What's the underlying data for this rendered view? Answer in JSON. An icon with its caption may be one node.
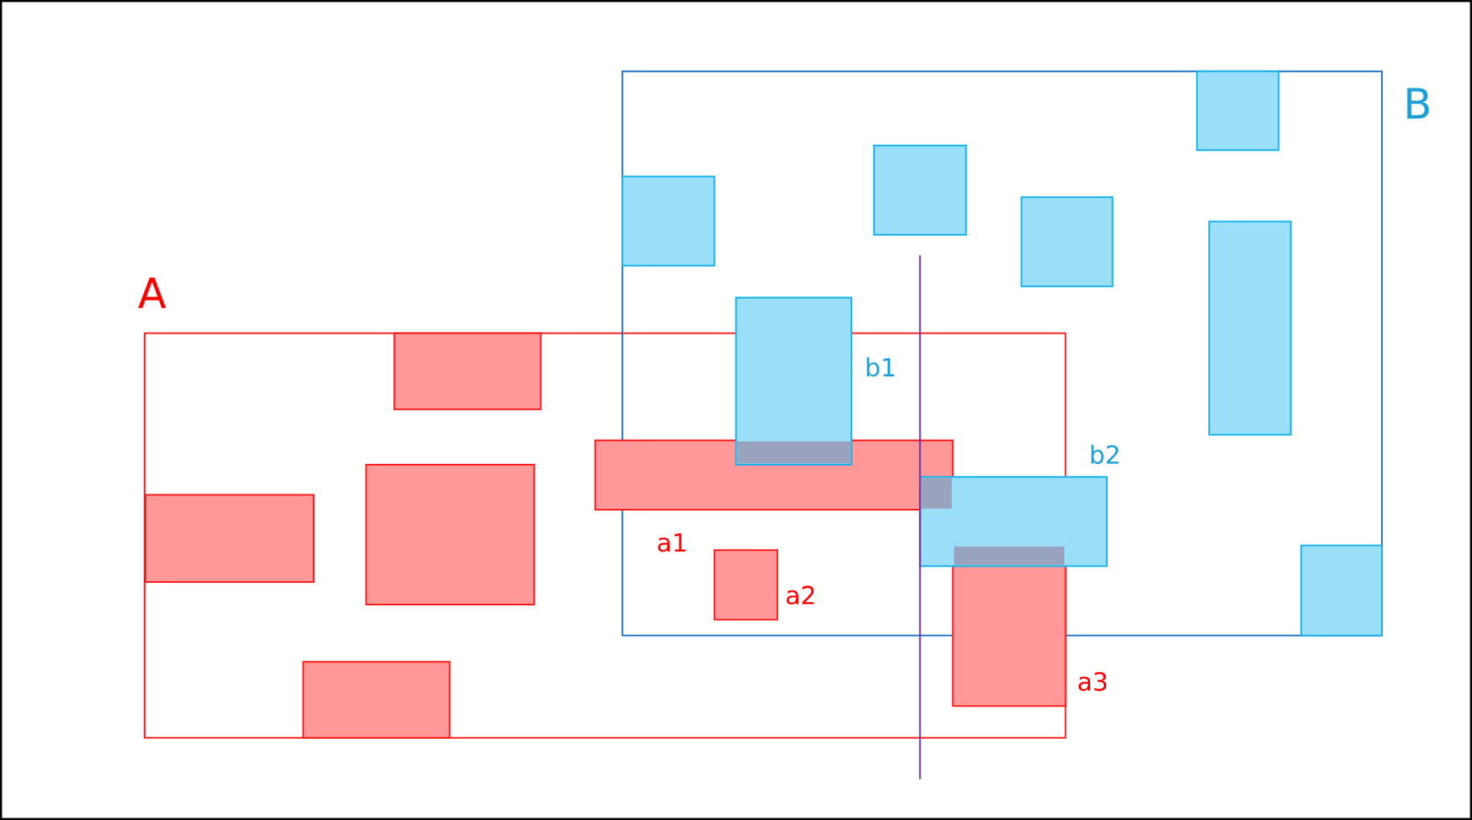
{
  "diagram": {
    "nodes": [
      {
        "text": [
          "A"
        ]
      },
      {
        "text": [],
        "shape": "box",
        "in": 0
      },
      {
        "text": [],
        "shape": "box",
        "in": 0,
        "beside": [
          "a1"
        ]
      },
      {
        "text": [],
        "shape": "box",
        "in": 0
      },
      {
        "text": [],
        "shape": "box",
        "in": 0
      },
      {
        "text": [],
        "shape": "box",
        "in": 0,
        "beside": [
          "a3"
        ]
      },
      {
        "text": [],
        "shape": "box",
        "beside": [
          "a2"
        ]
      },
      {
        "text": [],
        "shape": "box",
        "in": 0
      },
      {
        "text": [
          "B"
        ]
      },
      {
        "text": [],
        "shape": "box",
        "in": 8
      },
      {
        "text": [],
        "shape": "box",
        "in": 8
      },
      {
        "text": [],
        "shape": "box",
        "in": 8
      },
      {
        "text": [],
        "shape": "box",
        "in": 8
      },
      {
        "text": [],
        "shape": "box",
        "in": 8
      },
      {
        "text": [],
        "shape": "box",
        "in": 8,
        "beside": [
          "b1"
        ]
      },
      {
        "text": [],
        "shape": "box",
        "in": 8,
        "beside": [
          "b2"
        ]
      },
      {
        "text": [],
        "shape": "box",
        "in": 8
      }
    ]
  }
}
